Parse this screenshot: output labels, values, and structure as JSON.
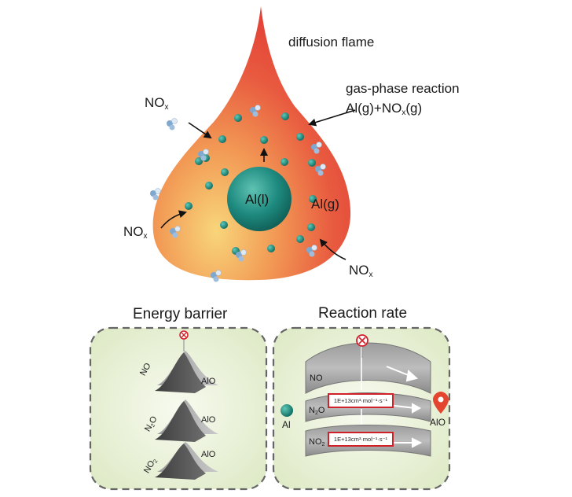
{
  "flame": {
    "title": "diffusion flame",
    "reaction_title": "gas-phase reaction",
    "reaction_eq_prefix": "Al(g)+NO",
    "reaction_eq_sub": "x",
    "reaction_eq_suffix": "(g)",
    "droplet_label": "Al(l)",
    "vapor_label": "Al(g)",
    "nox_main": "NO",
    "nox_sub": "x"
  },
  "energy_panel": {
    "title": "Energy barrier",
    "rows": [
      {
        "reactant": "NO",
        "product": "AlO"
      },
      {
        "reactant_main": "N",
        "reactant_sub": "2",
        "reactant_end": "O",
        "product": "AlO"
      },
      {
        "reactant_main": "NO",
        "reactant_sub": "2",
        "product": "AlO"
      }
    ]
  },
  "rate_panel": {
    "title": "Reaction rate",
    "start_label": "Al",
    "end_label": "AlO",
    "channels": [
      {
        "main": "NO",
        "sub": "",
        "end": ""
      },
      {
        "main": "N",
        "sub": "2",
        "end": "O",
        "rate": "1E+13cm³·mol⁻¹·s⁻¹"
      },
      {
        "main": "NO",
        "sub": "2",
        "end": "",
        "rate": "1E+13cm³·mol⁻¹·s⁻¹"
      }
    ]
  },
  "colors": {
    "flame_outer": "#e9443a",
    "flame_inner": "#f7c66a",
    "droplet": "#1d8a80",
    "atom_N": "#7fa8cf",
    "atom_O": "#dfe9f4",
    "panel_bg": "#e9f2d7",
    "panel_border": "#666666",
    "highlight": "#d0202a"
  }
}
